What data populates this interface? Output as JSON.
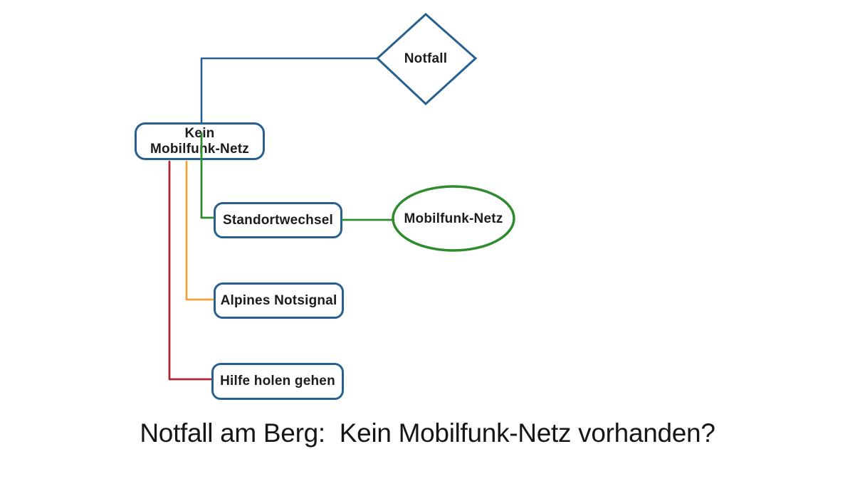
{
  "diagram": {
    "title_caption": "Notfall am Berg:  Kein Mobilfunk-Netz vorhanden?",
    "nodes": {
      "notfall": {
        "label": "Notfall",
        "shape": "diamond"
      },
      "kein_netz": {
        "label_line1": "Kein",
        "label_line2": "Mobilfunk-Netz",
        "shape": "rounded-rectangle"
      },
      "standortwechsel": {
        "label": "Standortwechsel",
        "shape": "rounded-rectangle"
      },
      "alpines_notsignal": {
        "label": "Alpines Notsignal",
        "shape": "rounded-rectangle"
      },
      "hilfe_holen": {
        "label": "Hilfe holen gehen",
        "shape": "rounded-rectangle"
      },
      "mobilfunk_netz": {
        "label": "Mobilfunk-Netz",
        "shape": "ellipse"
      }
    },
    "colors": {
      "node_border_blue": "#27608f",
      "edge_blue": "#27608f",
      "edge_green": "#2e8b2e",
      "edge_orange": "#f2a23a",
      "edge_red": "#ab2531",
      "ellipse_green": "#2e8b2e",
      "text": "#1c1c1c"
    }
  }
}
